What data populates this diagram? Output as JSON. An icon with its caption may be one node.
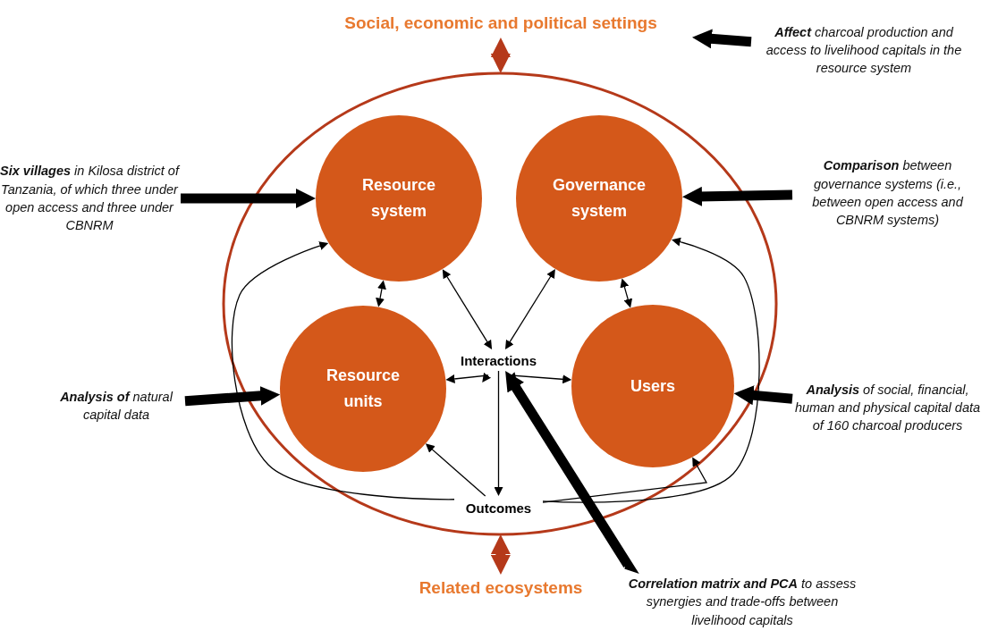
{
  "diagram": {
    "nodes": [
      {
        "text": [
          "Social, economic and political settings"
        ]
      },
      {
        "text": [],
        "shape": "circle"
      },
      {
        "text": [
          "Related ecosystems"
        ]
      },
      {
        "text": [
          "Resource system"
        ],
        "in": 1
      },
      {
        "text": [
          "Governance system"
        ],
        "in": 1
      },
      {
        "text": [
          "Resource units"
        ],
        "in": 1
      },
      {
        "text": [
          "Users"
        ],
        "in": 1
      },
      {
        "text": [
          "Interactions"
        ],
        "in": 1
      },
      {
        "text": [
          "Outcomes"
        ],
        "in": 1
      },
      {
        "text": [
          "**Affect** charcoal production and access to livelihood capitals in the resource system"
        ]
      },
      {
        "text": [
          "**Six villages** in Kilosa district of Tanzania, of which three under open access and three under CBNRM"
        ]
      },
      {
        "text": [
          "**Comparison** between governance systems (i.e., between open access and CBNRM systems)"
        ]
      },
      {
        "text": [
          "**Analysis of** natural capital data"
        ]
      },
      {
        "text": [
          "**Analysis** of social, financial, human and physical capital data of 160 charcoal producers"
        ]
      },
      {
        "text": [
          "**Correlation matrix and PCA** to assess synergies and trade-offs between livelihood capitals"
        ]
      }
    ],
    "edges": [
      {
        "from": 0,
        "to": 1,
        "arrow": "both",
        "style": "thick",
        "color": "#b5391a"
      },
      {
        "from": 1,
        "to": 2,
        "arrow": "both",
        "style": "thick",
        "color": "#b5391a"
      },
      {
        "from": 3,
        "to": 5,
        "arrow": "both"
      },
      {
        "from": 3,
        "to": 7,
        "arrow": "both"
      },
      {
        "from": 4,
        "to": 7,
        "arrow": "both"
      },
      {
        "from": 4,
        "to": 6,
        "arrow": "both"
      },
      {
        "from": 7,
        "to": 5,
        "arrow": "both"
      },
      {
        "from": 7,
        "to": 6,
        "arrow": "both"
      },
      {
        "from": 7,
        "to": 8,
        "arrow": "to"
      },
      {
        "from": 8,
        "to": 5,
        "arrow": "to"
      },
      {
        "from": 8,
        "to": 3,
        "arrow": "to"
      },
      {
        "from": 8,
        "to": 4,
        "arrow": "to"
      },
      {
        "from": 8,
        "to": 6,
        "arrow": "to"
      },
      {
        "from": 9,
        "to": 0,
        "arrow": "to",
        "style": "thick"
      },
      {
        "from": 10,
        "to": 3,
        "arrow": "to",
        "style": "thick"
      },
      {
        "from": 11,
        "to": 4,
        "arrow": "to",
        "style": "thick"
      },
      {
        "from": 12,
        "to": 5,
        "arrow": "to",
        "style": "thick"
      },
      {
        "from": 13,
        "to": 6,
        "arrow": "to",
        "style": "thick"
      },
      {
        "from": 14,
        "to": 7,
        "arrow": "to",
        "style": "thick"
      }
    ]
  }
}
